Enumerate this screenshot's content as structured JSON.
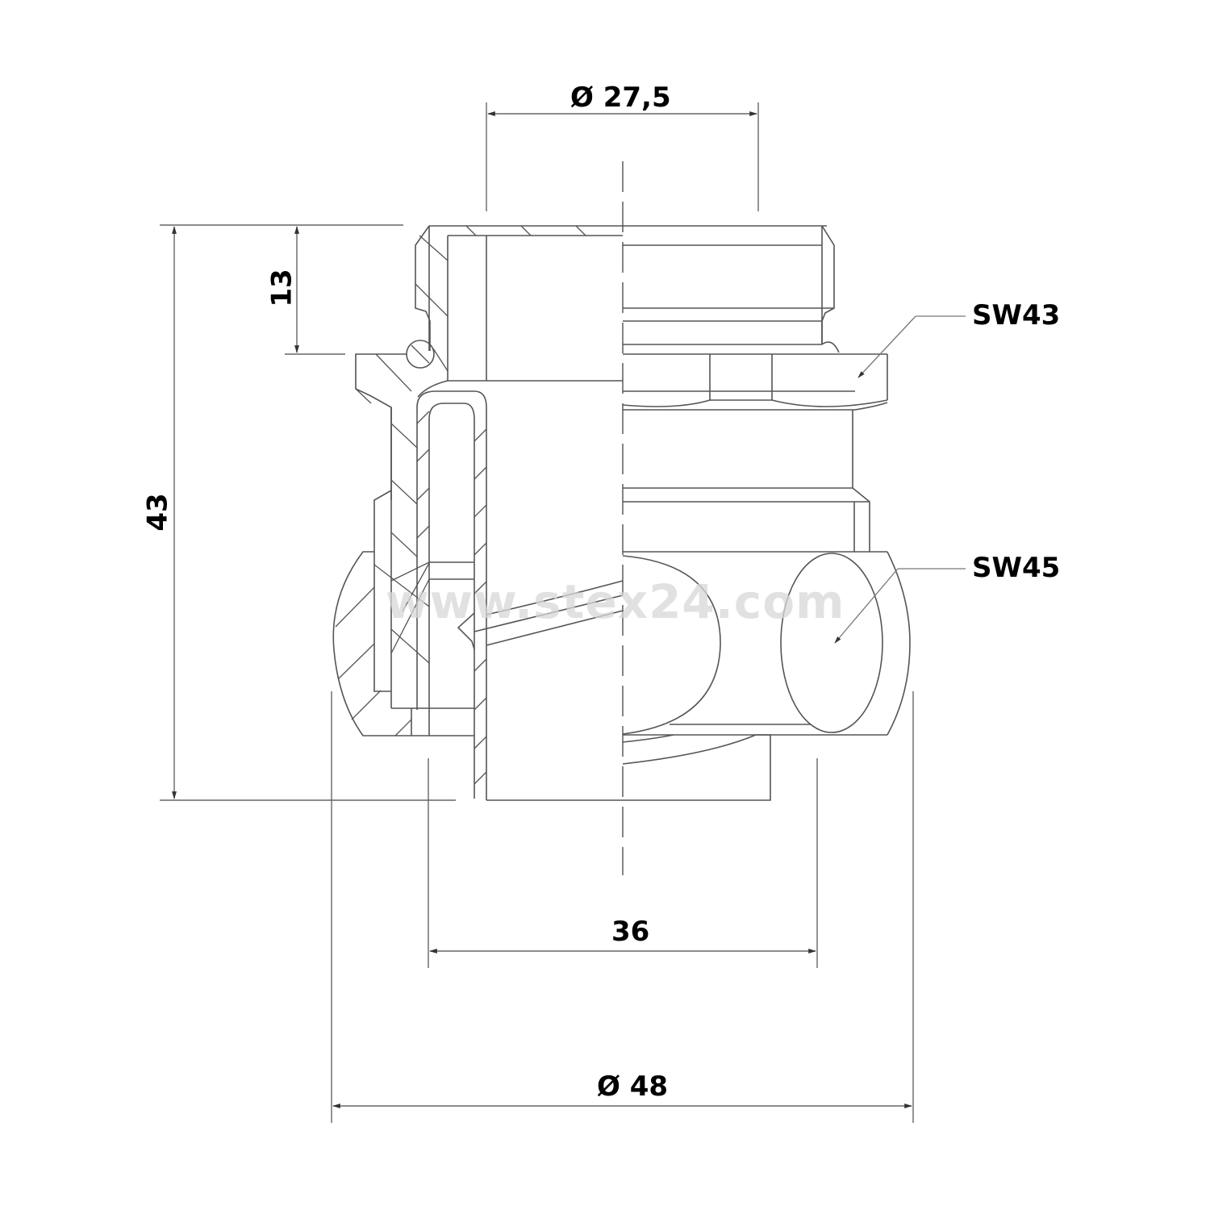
{
  "drawing": {
    "type": "technical-drawing",
    "subject": "cable gland half-section",
    "watermark": "www.stex24.com"
  },
  "dimensions": {
    "top_diameter": "Ø 27,5",
    "height_thread": "13",
    "height_total": "43",
    "width_inner": "36",
    "bottom_diameter": "Ø 48"
  },
  "callouts": {
    "upper_wrench": "SW43",
    "lower_wrench": "SW45"
  },
  "colors": {
    "line": "#555555",
    "text": "#000000",
    "watermark": "#d8d8d8",
    "background": "#ffffff"
  }
}
